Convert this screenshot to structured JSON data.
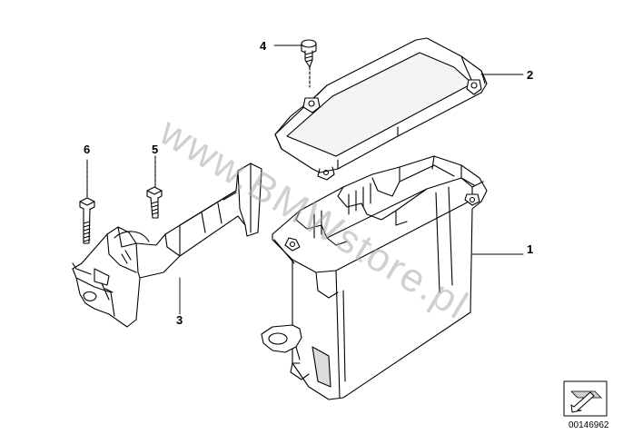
{
  "diagram": {
    "callouts": [
      {
        "id": "1",
        "text": "1"
      },
      {
        "id": "2",
        "text": "2"
      },
      {
        "id": "3",
        "text": "3"
      },
      {
        "id": "4",
        "text": "4"
      },
      {
        "id": "5",
        "text": "5"
      },
      {
        "id": "6",
        "text": "6"
      }
    ],
    "watermark": "www.BMWstore.pl",
    "diagram_code": "00146962",
    "icon": "arrow-stamp-icon"
  },
  "colors": {
    "line": "#000000",
    "shade": "#cfcfcf",
    "watermark": "#aaaaaa"
  }
}
